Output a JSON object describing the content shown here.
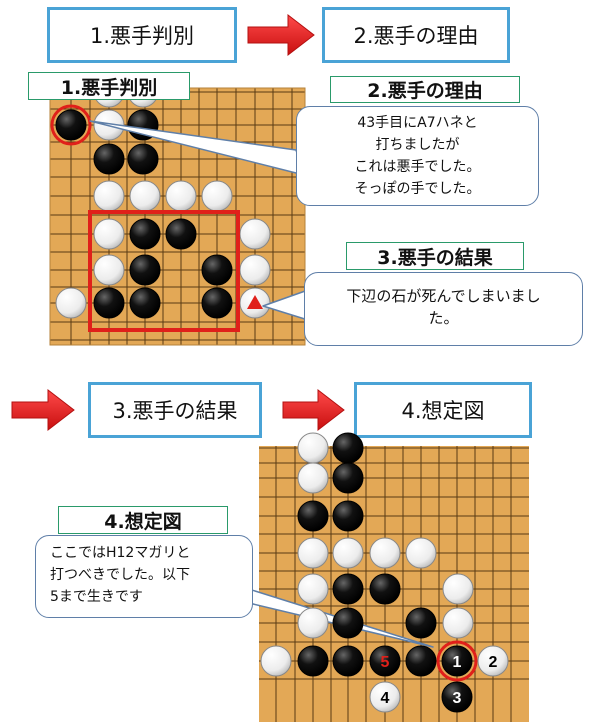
{
  "flow_top": {
    "step1": "1.悪手判別",
    "step2": "2.悪手の理由"
  },
  "flow_bottom": {
    "step3": "3.悪手の結果",
    "step4": "4.想定図"
  },
  "board1": {
    "label1": "1.悪手判別",
    "label2": "2.悪手の理由",
    "reason_lines": [
      "43手目にA7ハネと",
      "打ちましたが",
      "これは悪手でした。",
      "そっぽの手でした。"
    ],
    "label3": "3.悪手の結果",
    "result_lines": [
      "下辺の石が死んでしまいまし",
      "た。"
    ]
  },
  "board2": {
    "label4": "4.想定図",
    "note_lines": [
      "ここではH12マガリと",
      "打つべきでした。以下",
      "5まで生きです"
    ],
    "move_numbers": [
      "1",
      "2",
      "3",
      "4",
      "5"
    ]
  },
  "colors": {
    "board": "#e3a856",
    "frame_blue": "#4aa3d6",
    "label_green": "#2a9a6a",
    "highlight_red": "#e0201a",
    "arrow_red": "#ee1c1c"
  }
}
